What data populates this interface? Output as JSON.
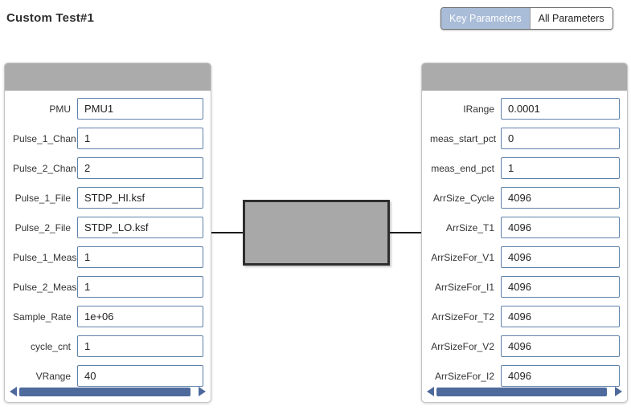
{
  "header": {
    "title": "Custom Test#1"
  },
  "toggle": {
    "key_label": "Key Parameters",
    "all_label": "All Parameters",
    "selected": "Key Parameters"
  },
  "panels": {
    "left": {
      "fields": [
        {
          "label": "PMU",
          "value": "PMU1"
        },
        {
          "label": "Pulse_1_Chan",
          "value": "1"
        },
        {
          "label": "Pulse_2_Chan",
          "value": "2"
        },
        {
          "label": "Pulse_1_File",
          "value": "STDP_HI.ksf"
        },
        {
          "label": "Pulse_2_File",
          "value": "STDP_LO.ksf"
        },
        {
          "label": "Pulse_1_Meas",
          "value": "1"
        },
        {
          "label": "Pulse_2_Meas",
          "value": "1"
        },
        {
          "label": "Sample_Rate",
          "value": "1e+06"
        },
        {
          "label": "cycle_cnt",
          "value": "1"
        },
        {
          "label": "VRange",
          "value": "40"
        }
      ]
    },
    "right": {
      "fields": [
        {
          "label": "IRange",
          "value": "0.0001"
        },
        {
          "label": "meas_start_pct",
          "value": "0"
        },
        {
          "label": "meas_end_pct",
          "value": "1"
        },
        {
          "label": "ArrSize_Cycle",
          "value": "4096"
        },
        {
          "label": "ArrSize_T1",
          "value": "4096"
        },
        {
          "label": "ArrSizeFor_V1",
          "value": "4096"
        },
        {
          "label": "ArrSizeFor_I1",
          "value": "4096"
        },
        {
          "label": "ArrSizeFor_T2",
          "value": "4096"
        },
        {
          "label": "ArrSizeFor_V2",
          "value": "4096"
        },
        {
          "label": "ArrSizeFor_I2",
          "value": "4096"
        }
      ]
    }
  },
  "icons": {
    "scroll_left": "scroll-left-arrow",
    "scroll_right": "scroll-right-arrow"
  },
  "colors": {
    "accent_scrollbar_blue": "#4e6a9c",
    "toggle_selected_bg": "#a9bcd8",
    "panel_header_gray": "#ababab",
    "device_block_gray": "#a8a8a8",
    "input_border_blue": "#5f81aa"
  }
}
